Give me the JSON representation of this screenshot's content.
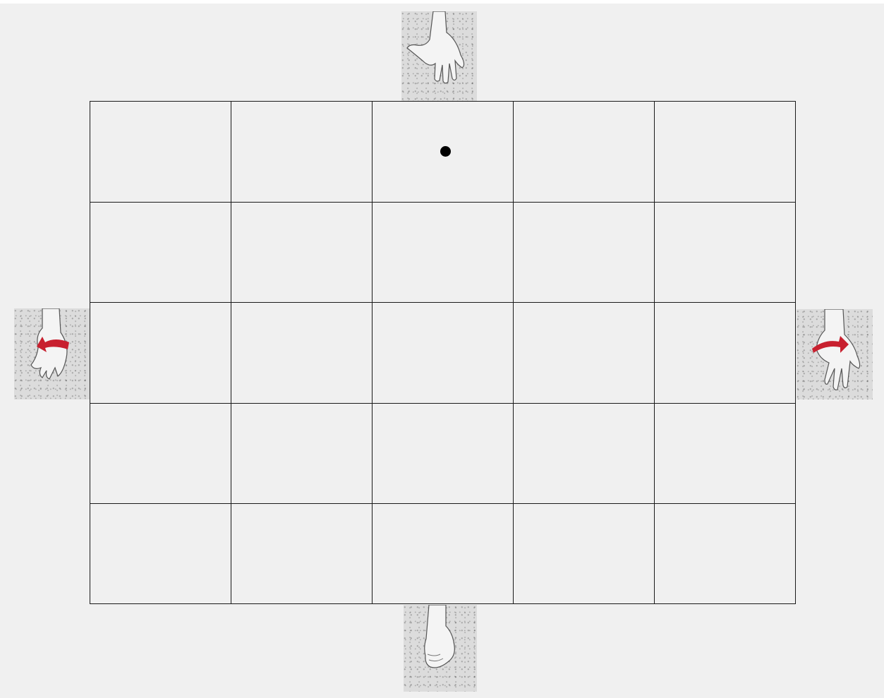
{
  "board": {
    "rows": 5,
    "columns": 5,
    "marker": {
      "row": 1,
      "column": 3
    }
  },
  "controls": {
    "up": {
      "icon": "open-hand-palm-down-icon"
    },
    "down": {
      "icon": "fist-icon"
    },
    "left": {
      "icon": "hand-rotate-left-icon",
      "arrow_color": "#c8202f"
    },
    "right": {
      "icon": "hand-rotate-right-icon",
      "arrow_color": "#c8202f"
    }
  },
  "colors": {
    "background": "#f0f0f0",
    "grid_line": "#1a1a1a",
    "marker": "#000000"
  }
}
